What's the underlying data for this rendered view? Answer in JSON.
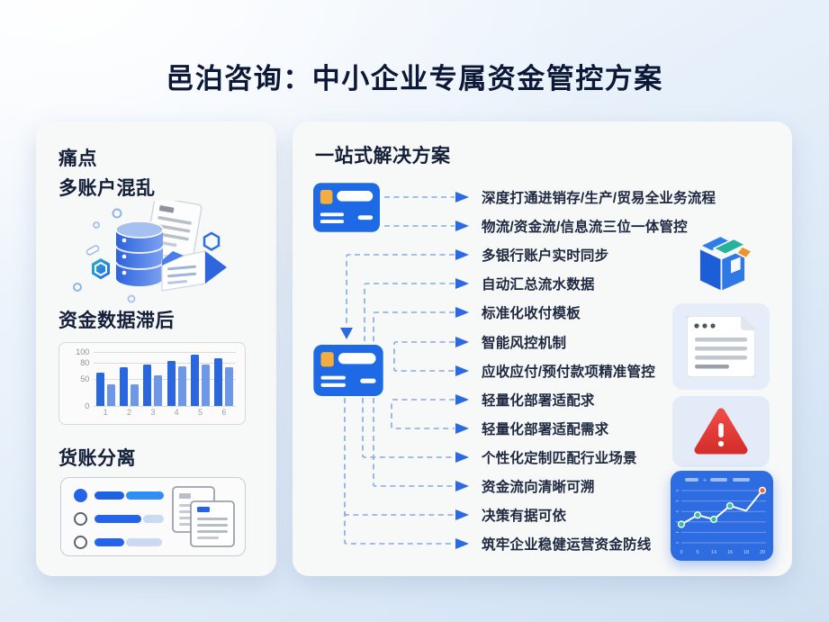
{
  "title": "邑泊咨询：中小企业专属资金管控方案",
  "colors": {
    "accent_blue": "#2563eb",
    "card_blue": "#1e6ae4",
    "chip_yellow": "#f3ae3d",
    "connector_blue": "#86a9e0",
    "arrow_blue": "#2b6ae2",
    "teal": "#26b29c",
    "orange": "#f0932b",
    "alert_red": "#dd3b36",
    "heading_navy": "#141f3a"
  },
  "pain_panel": {
    "heading": "痛点",
    "sections": [
      {
        "label": "多账户混乱",
        "icon": "database-documents-illustration"
      },
      {
        "label": "资金数据滞后",
        "icon": "bar-chart-card"
      },
      {
        "label": "货账分离",
        "icon": "checklist-documents-card"
      }
    ]
  },
  "solution_panel": {
    "heading": "一站式解决方案",
    "items": [
      "深度打通进销存/生产/贸易全业务流程",
      "物流/资金流/信息流三位一体管控",
      "多银行账户实时同步",
      "自动汇总流水数据",
      "标准化收付模板",
      "智能风控机制",
      "应收应付/预付款项精准管控",
      "轻量化部署适配求",
      "轻量化部署适配需求",
      "个性化定制匹配行业场景",
      "资金流向清晰可溯",
      "决策有据可依",
      "筑牢企业稳健运营资金防线"
    ],
    "side_icons": [
      "cube-icon",
      "document-icon",
      "alert-triangle-icon",
      "line-chart-icon"
    ]
  },
  "chart_data": [
    {
      "type": "bar",
      "context": "pain-section-资金数据滞后",
      "categories": [
        "1",
        "2",
        "3",
        "4",
        "5",
        "6"
      ],
      "series": [
        {
          "name": "primary",
          "values": [
            62,
            72,
            76,
            84,
            95,
            88
          ]
        },
        {
          "name": "secondary",
          "values": [
            40,
            40,
            56,
            74,
            76,
            72
          ]
        }
      ],
      "yticks": [
        0,
        50,
        80,
        100
      ],
      "ylim": [
        0,
        100
      ],
      "grid": true,
      "colors": [
        "#2a66dd",
        "#6f97e8"
      ]
    },
    {
      "type": "line",
      "context": "solution-mini-chart-card",
      "x": [
        0,
        1,
        2,
        3,
        4,
        5
      ],
      "values": [
        30,
        45,
        38,
        60,
        52,
        85
      ],
      "xticks": [
        "0",
        "5",
        "14",
        "16",
        "18",
        "20"
      ],
      "ylim": [
        0,
        100
      ],
      "grid": true,
      "dot_indices": [
        0,
        1,
        2,
        3,
        5
      ],
      "dot_color": "#2bbfa4",
      "last_dot_color": "#f2692e",
      "line_color": "#ffffff"
    }
  ]
}
